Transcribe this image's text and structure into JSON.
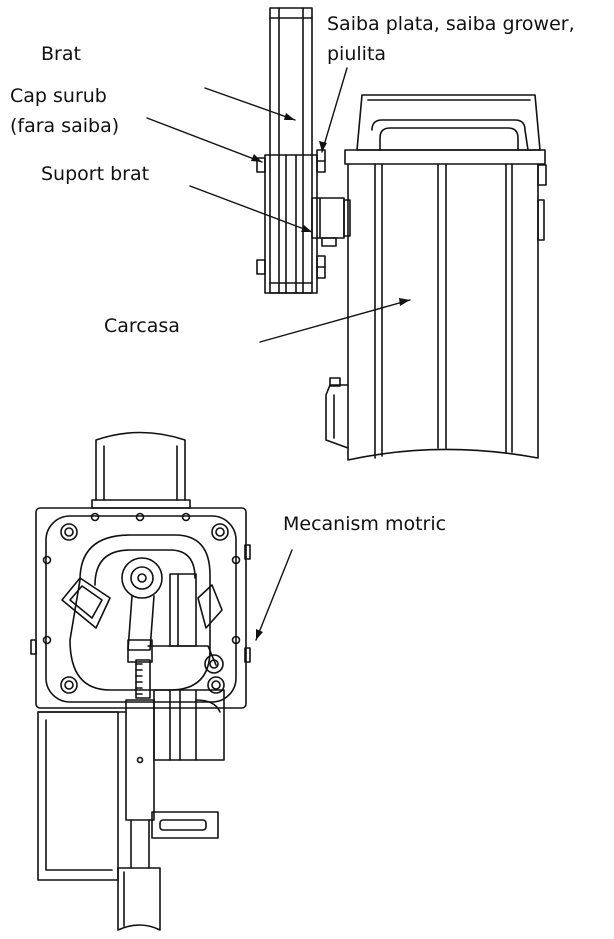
{
  "labels": {
    "brat": "Brat",
    "cap_surub": "Cap surub",
    "fara_saiba": "(fara saiba)",
    "suport_brat": "Suport brat",
    "saiba_line1": "Saiba plata, saiba grower,",
    "saiba_line2": "piulita",
    "carcasa": "Carcasa",
    "mecanism": "Mecanism motric"
  },
  "colors": {
    "line": "#111111",
    "background": "#ffffff"
  }
}
